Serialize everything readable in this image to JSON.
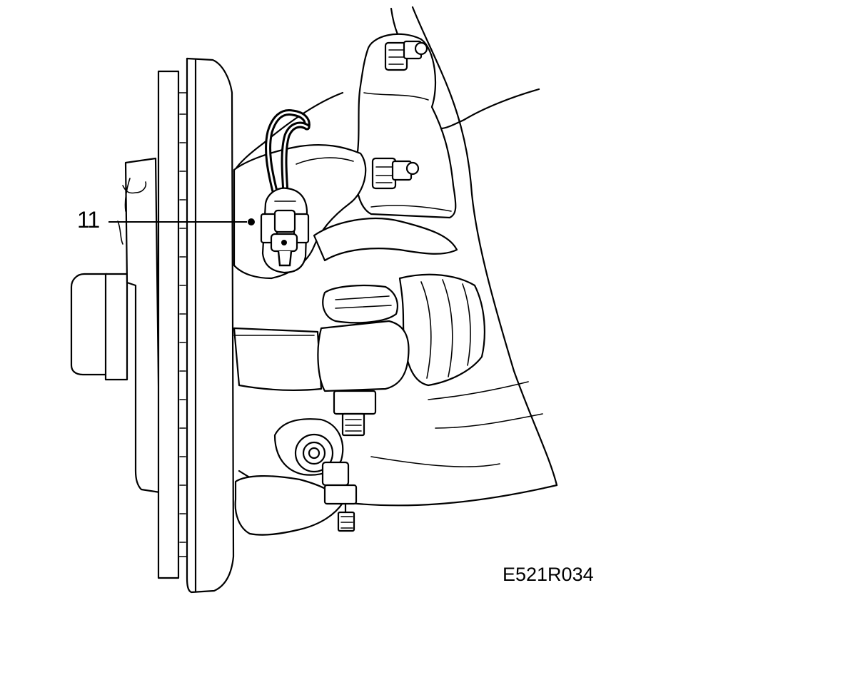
{
  "callouts": [
    {
      "number": "11",
      "target": "wheel-speed-sensor-connector"
    }
  ],
  "figure_code": "E521R034"
}
